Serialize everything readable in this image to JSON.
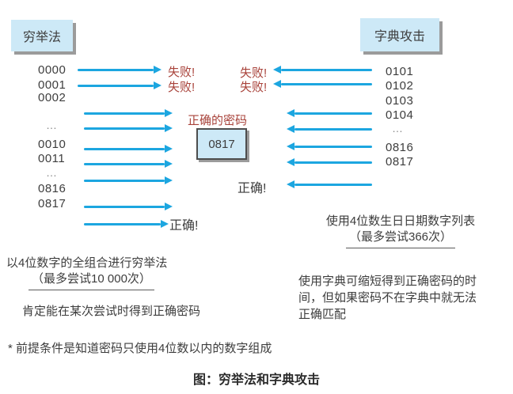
{
  "figure": {
    "caption": "图：穷举法和字典攻击",
    "footnote": "* 前提条件是知道密码只使用4位数以内的数字组成",
    "colors": {
      "arrow_blue": "#1ca6e0",
      "box_fill": "#cde9f7",
      "fail_red": "#a8423a",
      "text_dark": "#3d3d3d"
    },
    "brute_force": {
      "title": "穷举法",
      "attempts": [
        "0000",
        "0001",
        "0002",
        "…",
        "0010",
        "0011",
        "…",
        "0816",
        "0817"
      ],
      "fail_label": "失败!",
      "success_label": "正确!",
      "method_line1": "以4位数字的全组合进行穷举法",
      "method_line2": "（最多尝试10 000次）",
      "comment": "肯定能在某次尝试时得到正确密码"
    },
    "dictionary": {
      "title": "字典攻击",
      "attempts": [
        "0101",
        "0102",
        "0103",
        "0104",
        "…",
        "0816",
        "0817"
      ],
      "fail_label": "失败!",
      "success_label": "正确!",
      "method_line1": "使用4位数生日日期数字列表",
      "method_line2": "（最多尝试366次）",
      "comment_lines": [
        "使用字典可缩短得到正确密码的时",
        "间，但如果密码不在字典中就无法",
        "正确匹配"
      ]
    },
    "center": {
      "label": "正确的密码",
      "password": "0817"
    }
  }
}
